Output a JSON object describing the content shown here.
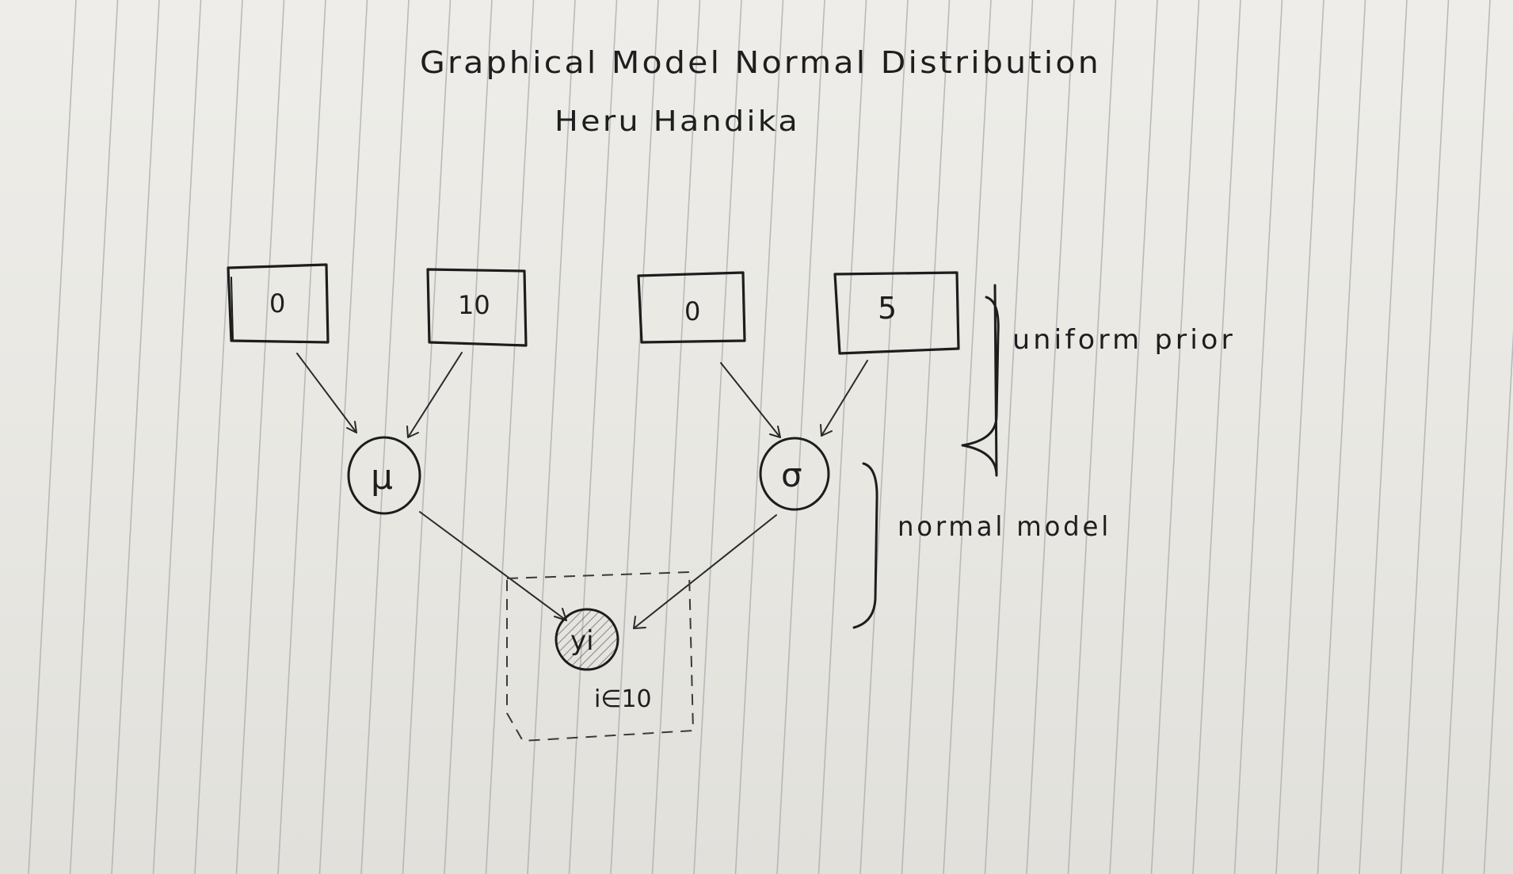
{
  "title": "Graphical Model Normal Distribution",
  "author": "Heru Handika",
  "hyperparams": [
    {
      "id": "mu-lower",
      "label": "0"
    },
    {
      "id": "mu-upper",
      "label": "10"
    },
    {
      "id": "sigma-lower",
      "label": "0"
    },
    {
      "id": "sigma-upper",
      "label": "5"
    }
  ],
  "nodes": {
    "mu": {
      "label": "μ"
    },
    "sigma": {
      "label": "σ"
    },
    "observed": {
      "label": "yi"
    }
  },
  "plate": {
    "label": "i∈10"
  },
  "annotations": {
    "uniform_prior": "uniform prior",
    "normal_model": "normal model"
  },
  "colors": {
    "paper": "#ecebe6",
    "rule_line": "#a9a9ab",
    "ink": "#1d1d1d"
  }
}
